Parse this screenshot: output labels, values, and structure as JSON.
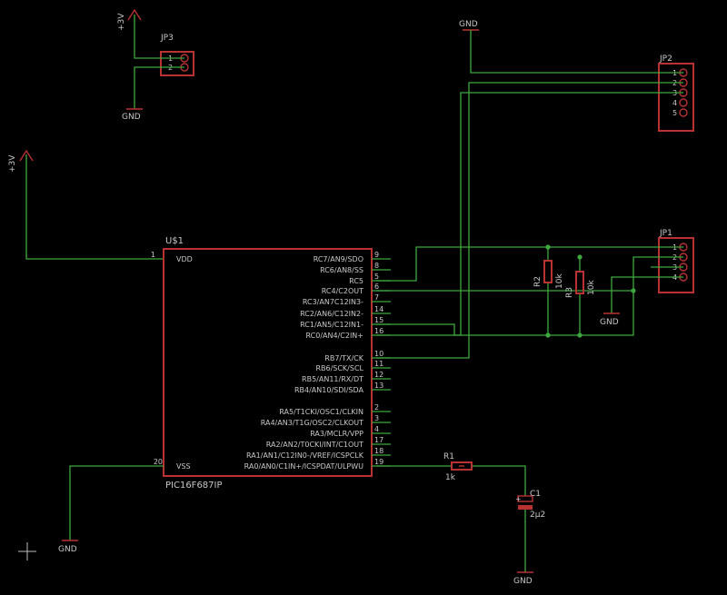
{
  "supplies": {
    "vcc_top": "+3V",
    "vcc_left": "+3V",
    "gnd": "GND"
  },
  "jp3": {
    "name": "JP3",
    "pins": [
      "1",
      "2"
    ]
  },
  "jp2": {
    "name": "JP2",
    "pins": [
      "1",
      "2",
      "3",
      "4",
      "5"
    ]
  },
  "jp1": {
    "name": "JP1",
    "pins": [
      "1",
      "2",
      "3",
      "4"
    ]
  },
  "mcu": {
    "ref": "U$1",
    "value": "PIC16F687IP",
    "left_pins": [
      {
        "num": "1",
        "name": "VDD"
      },
      {
        "num": "20",
        "name": "VSS"
      }
    ],
    "right_pins": [
      {
        "num": "9",
        "name": "RC7/AN9/SDO"
      },
      {
        "num": "8",
        "name": "RC6/AN8/SS"
      },
      {
        "num": "5",
        "name": "RC5"
      },
      {
        "num": "6",
        "name": "RC4/C2OUT"
      },
      {
        "num": "7",
        "name": "RC3/AN7C12IN3-"
      },
      {
        "num": "14",
        "name": "RC2/AN6/C12IN2-"
      },
      {
        "num": "15",
        "name": "RC1/AN5/C12IN1-"
      },
      {
        "num": "16",
        "name": "RC0/AN4/C2IN+"
      },
      {
        "num": "10",
        "name": "RB7/TX/CK"
      },
      {
        "num": "11",
        "name": "RB6/SCK/SCL"
      },
      {
        "num": "12",
        "name": "RB5/AN11/RX/DT"
      },
      {
        "num": "13",
        "name": "RB4/AN10/SDI/SDA"
      },
      {
        "num": "2",
        "name": "RA5/T1CKI/OSC1/CLKIN"
      },
      {
        "num": "3",
        "name": "RA4/AN3/T1G/OSC2/CLKOUT"
      },
      {
        "num": "4",
        "name": "RA3/MCLR/VPP"
      },
      {
        "num": "17",
        "name": "RA2/AN2/T0CKI/INT/C1OUT"
      },
      {
        "num": "18",
        "name": "RA1/AN1/C12IN0-/VREF/ICSPCLK"
      },
      {
        "num": "19",
        "name": "RA0/AN0/C1IN+/ICSPDAT/ULPWU"
      }
    ]
  },
  "r1": {
    "ref": "R1",
    "value": "1k"
  },
  "r2": {
    "ref": "R2",
    "value": "10k"
  },
  "r3": {
    "ref": "R3",
    "value": "10k"
  },
  "c1": {
    "ref": "C1",
    "value": "2µ2"
  },
  "colors": {
    "background": "#000000",
    "wire": "#3ea83e",
    "part": "#b83232",
    "text": "#c8c8c8"
  }
}
